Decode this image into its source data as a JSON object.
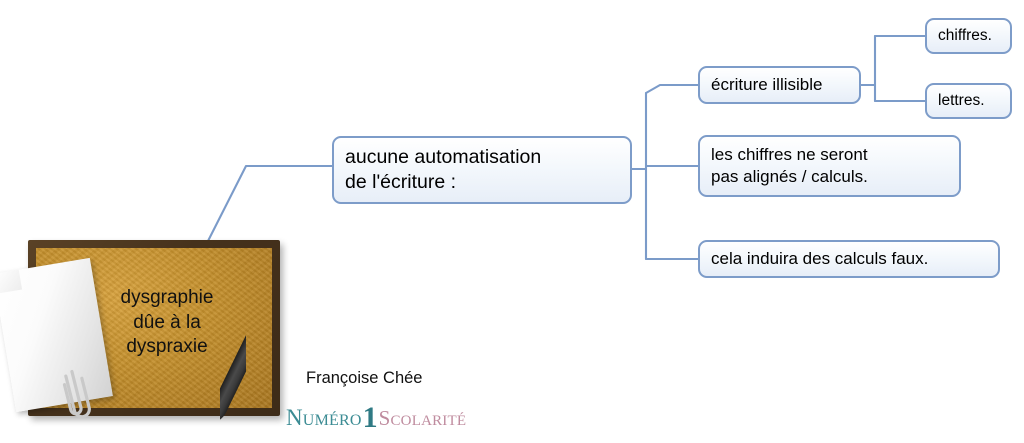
{
  "diagram": {
    "type": "mind-map",
    "language": "fr",
    "root": {
      "label": "dysgraphie\ndûe à la\ndyspraxie",
      "style": "corkboard-image-node",
      "decorations": [
        "paper-sheet",
        "paperclip",
        "pen"
      ],
      "colors": {
        "frame": "#46321c",
        "board": "#c48f2b",
        "paper": "#ffffff",
        "pen": "#3a3a3a"
      }
    },
    "branches": [
      {
        "label": "aucune automatisation\nde l'écriture :",
        "children": [
          {
            "label": "écriture illisible",
            "children": [
              {
                "label": "chiffres."
              },
              {
                "label": "lettres."
              }
            ]
          },
          {
            "label": "les chiffres ne seront\npas alignés / calculs."
          },
          {
            "label": "cela induira des calculs faux."
          }
        ]
      }
    ],
    "node_style": {
      "border_color": "#7d9cc9",
      "fill_top": "#ffffff",
      "fill_bottom": "#e7eef8",
      "text_color": "#000000",
      "connector_color": "#7b9bc9"
    }
  },
  "credit": {
    "author": "Françoise Chée",
    "logo": {
      "part1": "Numéro",
      "part2": "1",
      "part3": "Scolarité",
      "color1": "#3c8c94",
      "color2": "#2f7a84",
      "color3": "#bf8b9e"
    }
  }
}
